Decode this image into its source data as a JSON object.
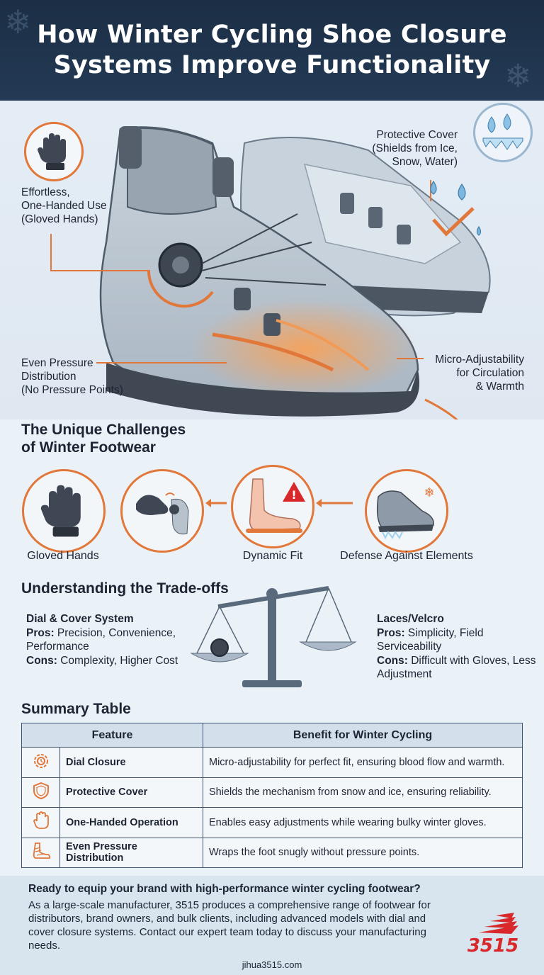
{
  "header": {
    "title": "How Winter Cycling Shoe Closure Systems Improve Functionality"
  },
  "hero": {
    "callout_one_handed": "Effortless,\nOne-Handed Use\n(Gloved Hands)",
    "callout_cover": "Protective Cover\n(Shields from Ice,\nSnow, Water)",
    "callout_pressure": "Even Pressure\nDistribution\n(No Pressure Points)",
    "callout_micro": "Micro-Adjustability\nfor Circulation\n& Warmth"
  },
  "challenges": {
    "heading": "The Unique Challenges\nof Winter Footwear",
    "items": [
      {
        "label": "Gloved Hands",
        "icon": "glove-icon"
      },
      {
        "label": "Dynamic Fit",
        "icon": "foot-warning-icon"
      },
      {
        "label": "Defense Against Elements",
        "icon": "icy-shoe-icon"
      }
    ]
  },
  "tradeoffs": {
    "heading": "Understanding the Trade-offs",
    "left": {
      "title": "Dial & Cover System",
      "pros_label": "Pros:",
      "pros": " Precision, Convenience, Performance",
      "cons_label": "Cons:",
      "cons": " Complexity, Higher Cost"
    },
    "right": {
      "title": "Laces/Velcro",
      "pros_label": "Pros:",
      "pros": " Simplicity, Field Serviceability",
      "cons_label": "Cons:",
      "cons": " Difficult with Gloves, Less Adjustment"
    }
  },
  "summary": {
    "heading": "Summary Table",
    "col_feature": "Feature",
    "col_benefit": "Benefit for Winter Cycling",
    "rows": [
      {
        "icon": "dial-gear-icon",
        "feature": "Dial Closure",
        "benefit": "Micro-adjustability for perfect fit, ensuring blood flow and warmth."
      },
      {
        "icon": "shield-icon",
        "feature": "Protective Cover",
        "benefit": "Shields the mechanism from snow and ice, ensuring reliability."
      },
      {
        "icon": "hand-icon",
        "feature": "One-Handed Operation",
        "benefit": "Enables easy adjustments while wearing bulky winter gloves."
      },
      {
        "icon": "foot-wrap-icon",
        "feature": "Even Pressure Distribution",
        "benefit": "Wraps the foot snugly without pressure points."
      }
    ]
  },
  "footer": {
    "cta_heading": "Ready to equip your brand with high-performance winter cycling footwear?",
    "cta_body": "As a large-scale manufacturer, 3515 produces a comprehensive range of footwear for distributors, brand owners, and bulk clients, including advanced models with dial and cover closure systems. Contact our expert team today to discuss your manufacturing needs.",
    "brand": "3515",
    "url": "jihua3515.com"
  },
  "colors": {
    "accent": "#e2773a",
    "navy": "#1b2e45",
    "brand_red": "#d8282b"
  }
}
